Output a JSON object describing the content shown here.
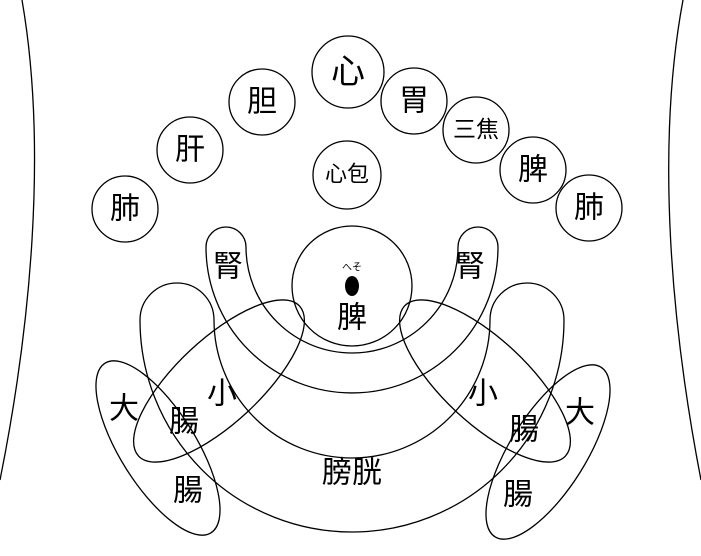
{
  "labels": {
    "heart": "心",
    "gallbladder": "胆",
    "stomach": "胃",
    "liver": "肝",
    "triple_burner": "三焦",
    "pericardium": "心包",
    "spleen_right": "脾",
    "lung_left": "肺",
    "lung_right": "肺",
    "kidney_left": "腎",
    "kidney_right": "腎",
    "navel_reading": "へそ",
    "spleen_center": "脾",
    "small_left_1": "小",
    "small_left_2": "腸",
    "small_right_1": "小",
    "small_right_2": "腸",
    "large_left_1": "大",
    "large_left_2": "腸",
    "large_right_1": "大",
    "large_right_2": "腸",
    "bladder": "膀胱"
  }
}
